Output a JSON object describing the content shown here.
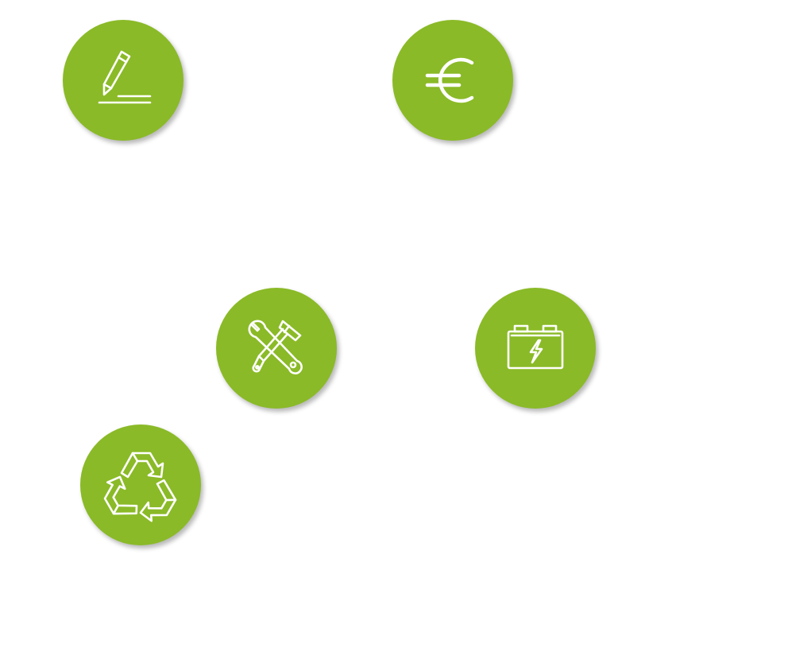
{
  "colors": {
    "circle_fill": "#8aba27",
    "icon_stroke": "#ffffff",
    "background": "#ffffff"
  },
  "icons": [
    {
      "id": "edit",
      "icon": "pencil-icon"
    },
    {
      "id": "euro",
      "icon": "euro-icon"
    },
    {
      "id": "tools",
      "icon": "wrench-hammer-icon"
    },
    {
      "id": "battery",
      "icon": "battery-icon"
    },
    {
      "id": "recycle",
      "icon": "recycle-icon"
    }
  ]
}
